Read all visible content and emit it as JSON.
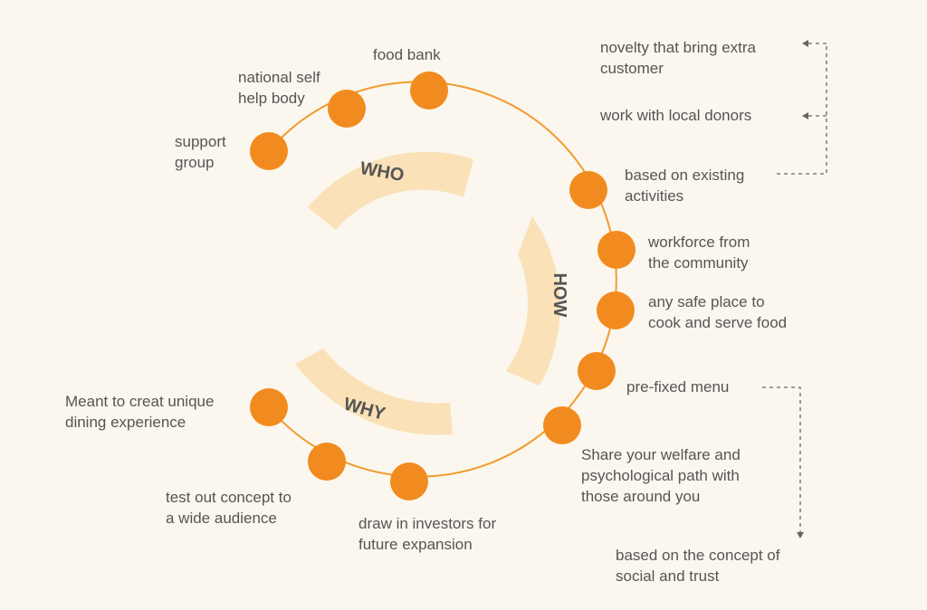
{
  "colors": {
    "background": "#fbf7ee",
    "circle_line": "#f29a2e",
    "node_fill": "#f28b1f",
    "arc_band": "#fae1b8",
    "text": "#555555",
    "dashed_connector": "#666666"
  },
  "sections": {
    "who": "WHO",
    "how": "HOW",
    "why": "WHY"
  },
  "nodes": {
    "support_group": [
      "support",
      "group"
    ],
    "national_self_help_body": [
      "national self",
      "help body"
    ],
    "food_bank": [
      "food bank"
    ],
    "based_on_existing_activities": [
      "based on existing",
      "activities"
    ],
    "workforce_from_community": [
      "workforce from",
      "the community"
    ],
    "safe_place": [
      "any safe place to",
      "cook and serve food"
    ],
    "pre_fixed_menu": [
      "pre-fixed menu"
    ],
    "share_welfare": [
      "Share your welfare and",
      "psychological path with",
      "those around you"
    ],
    "draw_investors": [
      "draw in investors for",
      "future expansion"
    ],
    "test_concept": [
      "test out concept to",
      "a wide audience"
    ],
    "unique_dining": [
      "Meant to creat unique",
      "dining experience"
    ]
  },
  "notes": {
    "novelty": [
      "novelty that bring extra",
      "customer"
    ],
    "local_donors": [
      "work with local donors"
    ],
    "social_trust": [
      "based on the concept of",
      "social and trust"
    ]
  }
}
